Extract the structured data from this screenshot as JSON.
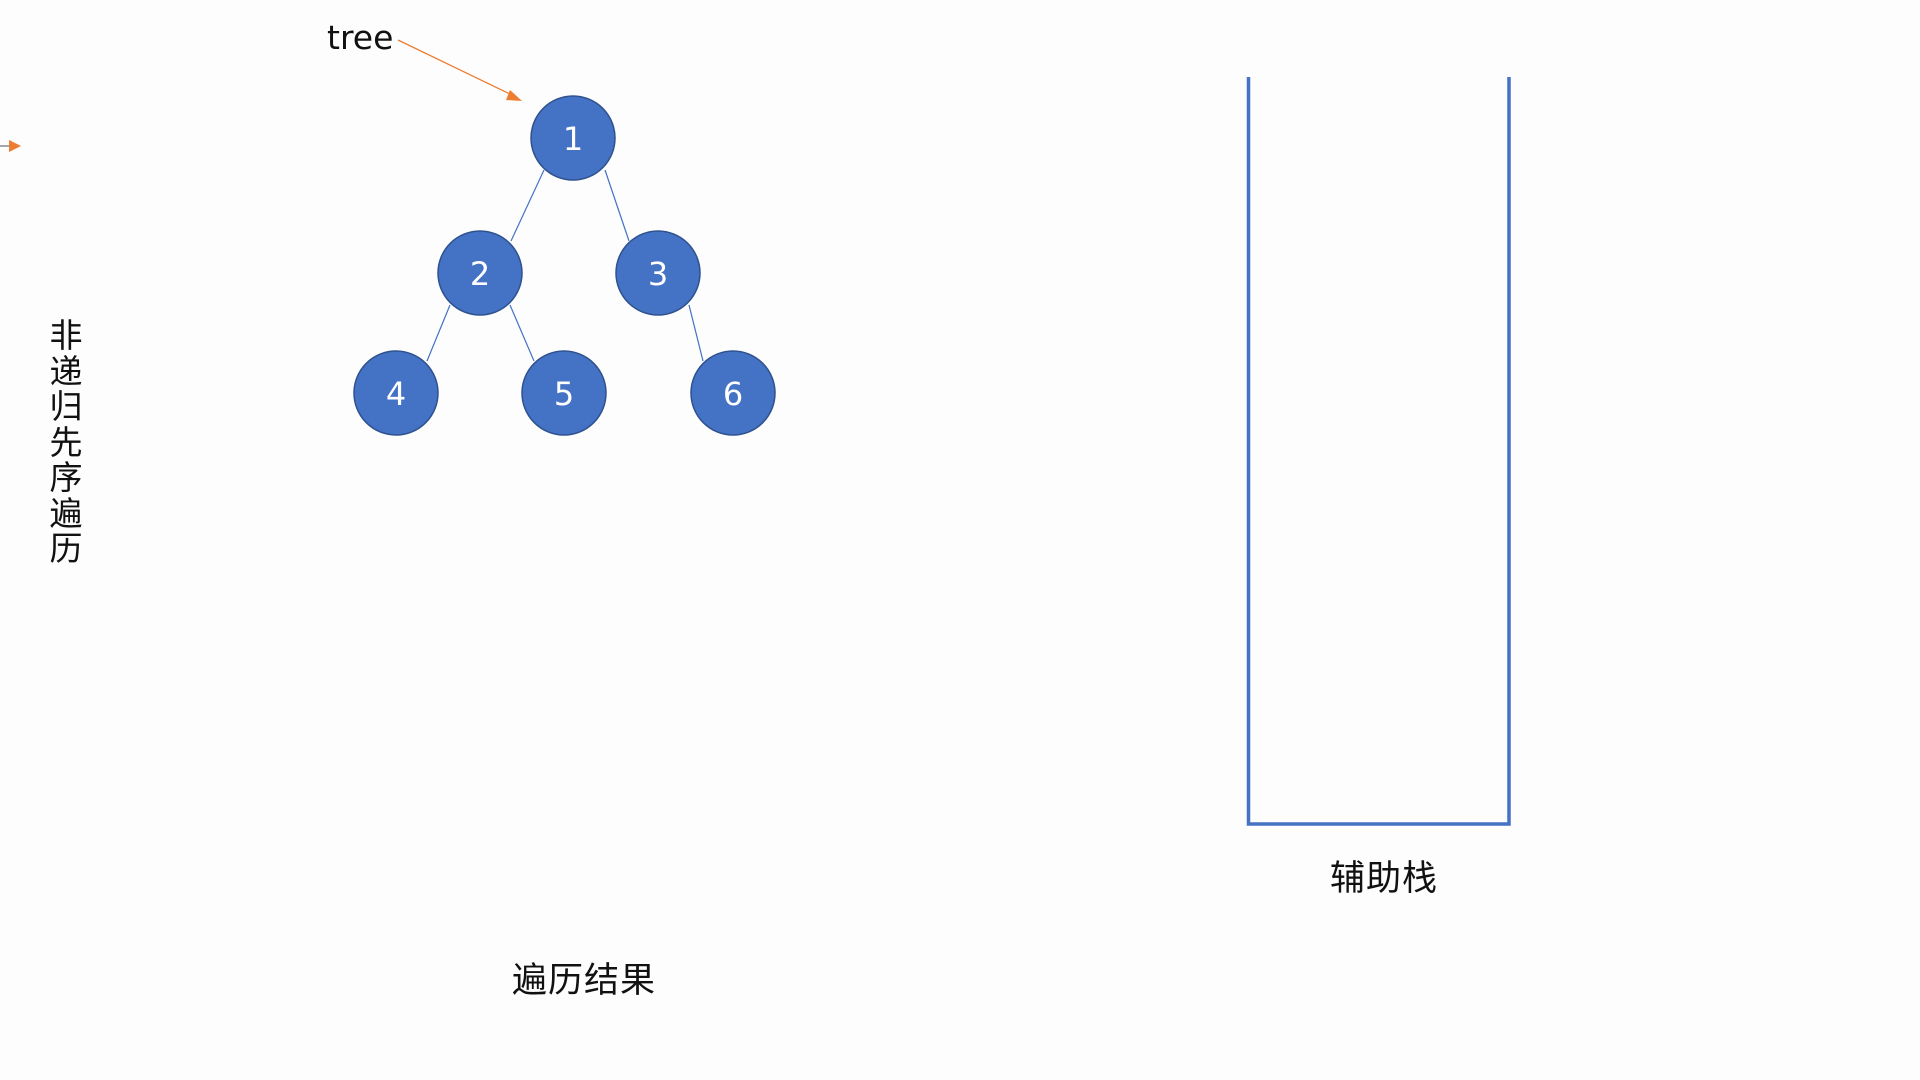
{
  "slide": {
    "side_title": "非递归先序遍历",
    "tree_pointer_label": "tree",
    "result_label": "遍历结果",
    "stack_label": "辅助栈"
  },
  "tree": {
    "nodes": [
      {
        "id": "1",
        "label": "1"
      },
      {
        "id": "2",
        "label": "2"
      },
      {
        "id": "3",
        "label": "3"
      },
      {
        "id": "4",
        "label": "4"
      },
      {
        "id": "5",
        "label": "5"
      },
      {
        "id": "6",
        "label": "6"
      }
    ],
    "edges": [
      [
        "1",
        "2"
      ],
      [
        "1",
        "3"
      ],
      [
        "2",
        "4"
      ],
      [
        "2",
        "5"
      ],
      [
        "3",
        "6"
      ]
    ]
  },
  "stack": {
    "items": []
  },
  "result": {
    "items": []
  },
  "colors": {
    "node_fill": "#4472C4",
    "node_stroke": "#2F528F",
    "edge": "#4472C4",
    "arrow": "#ED7D31",
    "stack_border": "#4472C4",
    "text": "#111111"
  }
}
